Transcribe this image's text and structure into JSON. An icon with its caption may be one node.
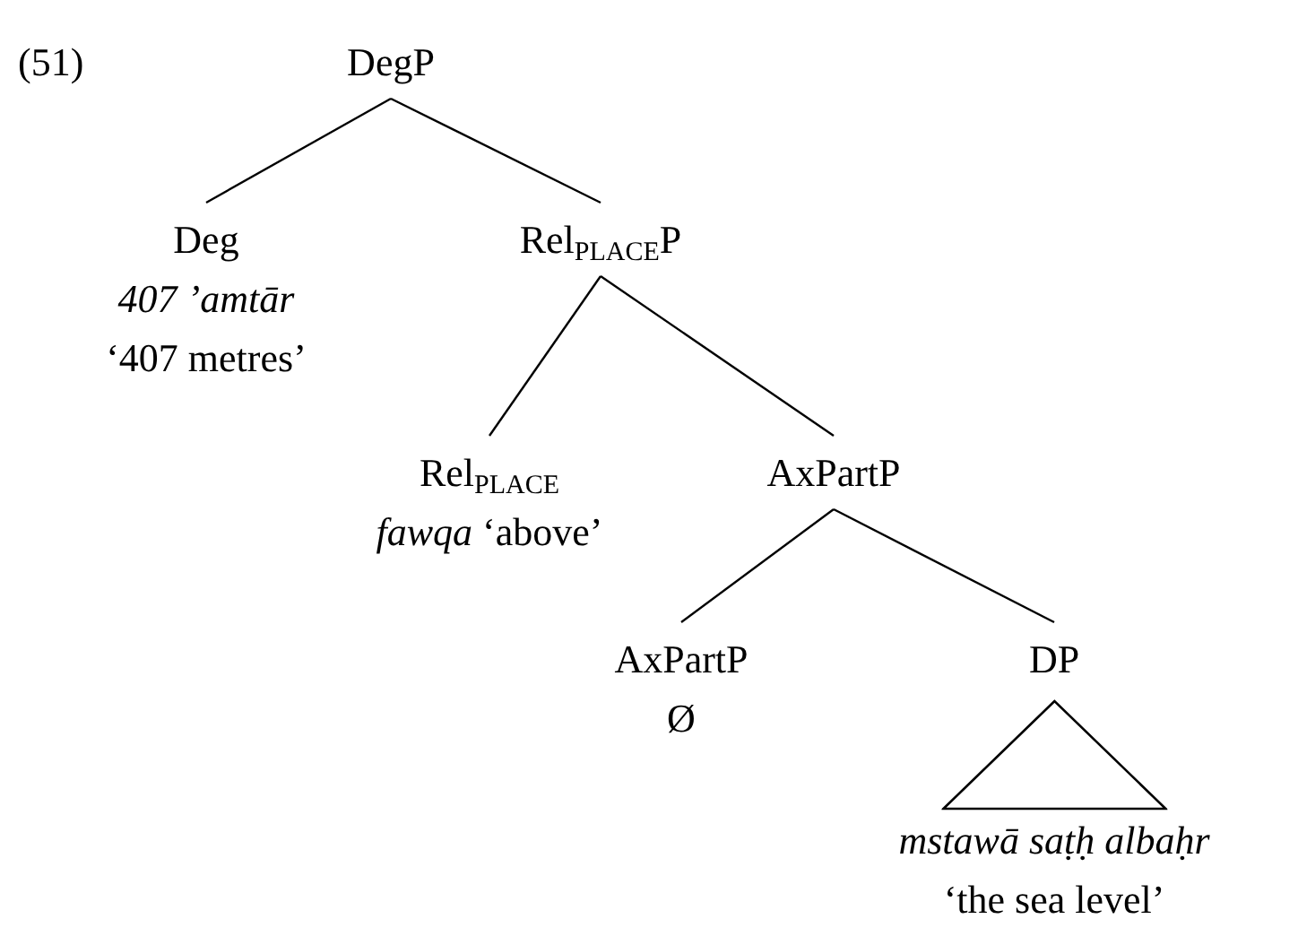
{
  "diagram": {
    "nodes": [
      {
        "text": [
          "DegP"
        ]
      },
      {
        "text": [
          "Deg",
          "407 ’amtār",
          "‘407 metres’"
        ]
      },
      {
        "text": [
          "Rel$_{PLACE}$P"
        ]
      },
      {
        "text": [
          "Rel$_{PLACE}$",
          "*fawqa* ‘above’"
        ]
      },
      {
        "text": [
          "AxPartP"
        ]
      },
      {
        "text": [
          "AxPartP",
          "Ø"
        ]
      },
      {
        "text": [
          "DP",
          "mstawā saṭḥ albaḥr",
          "‘the sea level’"
        ]
      },
      {
        "text": [],
        "shape": "triangle",
        "in": 6
      }
    ],
    "edges": [
      {
        "from": 0,
        "to": 1,
        "arrow": "none"
      },
      {
        "from": 0,
        "to": 2,
        "arrow": "none"
      },
      {
        "from": 2,
        "to": 3,
        "arrow": "none"
      },
      {
        "from": 2,
        "to": 4,
        "arrow": "none"
      },
      {
        "from": 4,
        "to": 5,
        "arrow": "none"
      },
      {
        "from": 4,
        "to": 6,
        "arrow": "none"
      }
    ],
    "labels": [
      "(51)"
    ]
  }
}
